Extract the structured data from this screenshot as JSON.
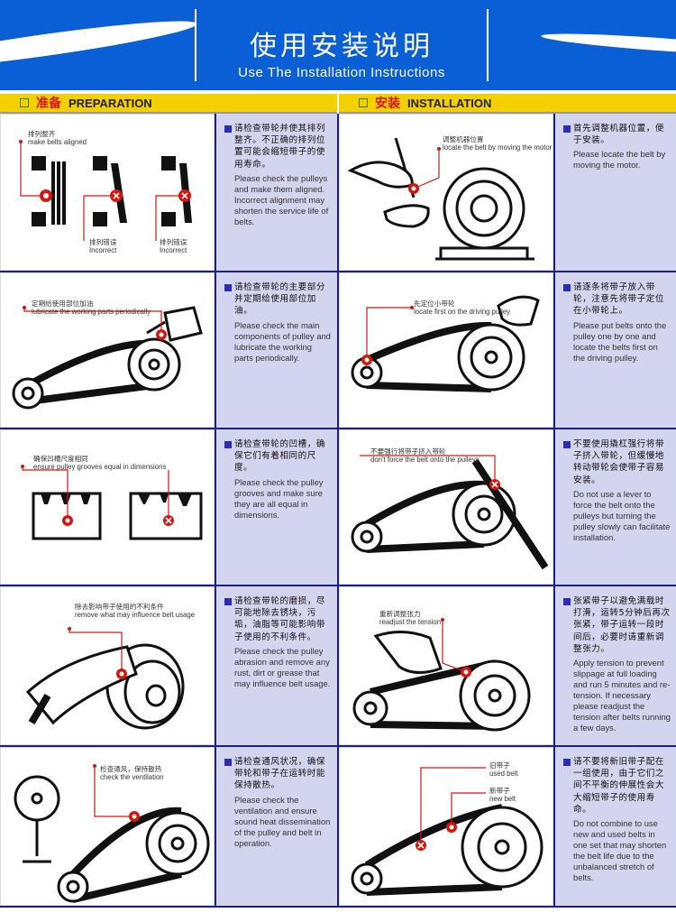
{
  "header": {
    "title_cn": "使用安装说明",
    "title_en": "Use The Installation Instructions"
  },
  "sections": {
    "left": {
      "cn": "准备",
      "en": "PREPARATION"
    },
    "right": {
      "cn": "安装",
      "en": "INSTALLATION"
    }
  },
  "preparation": [
    {
      "labels": [
        {
          "cn": "排列整齐",
          "en": "make belts aligned"
        },
        {
          "cn": "排列错误",
          "en": "Incorrect"
        },
        {
          "cn": "排列错误",
          "en": "Incorrect"
        }
      ],
      "text_cn": "请检查带轮并使其排列整齐。不正确的排列位置可能会缩短带子的使用寿命。",
      "text_en": "Please check the pulleys and make them aligned. Incorrect alignment may shorten the service life of belts."
    },
    {
      "labels": [
        {
          "cn": "定期给使用部位加油",
          "en": "lubricate the working parts periodically"
        }
      ],
      "text_cn": "请检查带轮的主要部分并定期给使用部位加油。",
      "text_en": "Please check the main components of pulley and lubricate the working parts periodically."
    },
    {
      "labels": [
        {
          "cn": "确保凹槽尺度相同",
          "en": "ensure pulley grooves equal in dimensions"
        }
      ],
      "text_cn": "请检查带轮的凹槽，确保它们有着相同的尺度。",
      "text_en": "Please check the pulley grooves and make sure they are all equal in dimensions."
    },
    {
      "labels": [
        {
          "cn": "除去影响带子使用的不利条件",
          "en": "remove what may influence belt usage"
        }
      ],
      "text_cn": "请检查带轮的磨损，尽可能地除去锈块，污垢，油脂等可能影响带子使用的不利条件。",
      "text_en": "Please check the pulley abrasion and remove any rust, dirt or grease that may influence belt usage."
    },
    {
      "labels": [
        {
          "cn": "检查通风，保持散热",
          "en": "check the ventilation"
        }
      ],
      "text_cn": "请检查通风状况，确保带轮和带子在运转时能保持散热。",
      "text_en": "Please check the ventilation and ensure sound heat dissemination of the pulley and belt in operation."
    }
  ],
  "installation": [
    {
      "labels": [
        {
          "cn": "调整机器位置",
          "en": "locate the belt by moving the motor"
        }
      ],
      "text_cn": "首先调整机器位置，便于安装。",
      "text_en": "Please locate the belt by moving the motor."
    },
    {
      "labels": [
        {
          "cn": "先定位小带轮",
          "en": "locate first on the driving pulley"
        }
      ],
      "text_cn": "请逐条将带子放入带轮，注意先将带子定位在小带轮上。",
      "text_en": "Please put belts onto the pulley one by one and locate the belts first on the driving pulley."
    },
    {
      "labels": [
        {
          "cn": "不要强行将带子挤入带轮",
          "en": "don't force the belt onto the pulleys"
        }
      ],
      "text_cn": "不要使用撬杠强行将带子挤入带轮，但缓慢地转动带轮会使带子容易安装。",
      "text_en": "Do not use a lever to force the belt onto the pulleys but turning the pulley slowly can facilitate installation."
    },
    {
      "labels": [
        {
          "cn": "重新调整张力",
          "en": "readjust the tension"
        }
      ],
      "text_cn": "张紧带子以避免满载时打滑，运转5分钟后再次张紧，带子运转一段时间后，必要时请重新调整张力。",
      "text_en": "Apply tension to prevent slippage at full loading and run 5 minutes and re-tension. If necessary please readjust the tension after belts running a few days."
    },
    {
      "labels": [
        {
          "cn": "旧带子",
          "en": "used belt"
        },
        {
          "cn": "新带子",
          "en": "new belt"
        }
      ],
      "text_cn": "请不要将新旧带子配在一组使用，由于它们之间不平衡的伸展性会大大缩短带子的使用寿命。",
      "text_en": "Do not combine to use new and used belts in one set that may shorten the belt life due to the unbalanced stretch of belts."
    }
  ],
  "colors": {
    "header_bg": "#0b5fd6",
    "grid_border": "#1e1e8a",
    "text_panel_bg": "#d3d4ed",
    "section_bar": "#f4d000",
    "marker_red": "#d8140c"
  }
}
